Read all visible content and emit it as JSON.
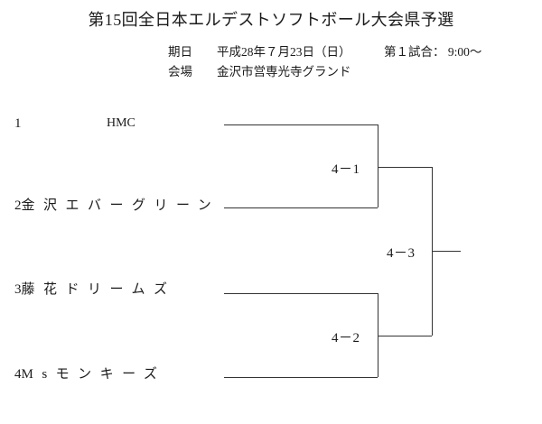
{
  "header": {
    "title": "第15回全日本エルデストソフトボール大会県予選",
    "date_label": "期日",
    "date_value": "平成28年７月23日（日）",
    "game_info": "第１試合：  9:00〜",
    "venue_label": "会場",
    "venue_value": "金沢市営専光寺グランド"
  },
  "bracket": {
    "entries": [
      {
        "seed": "1",
        "name": "HMC"
      },
      {
        "seed": "2",
        "name": "金沢エバーグリーン"
      },
      {
        "seed": "3",
        "name": "藤花ドリームズ"
      },
      {
        "seed": "4",
        "name": "Msモンキーズ"
      }
    ],
    "matches": [
      {
        "id": "semifinal-1",
        "score": "4－1"
      },
      {
        "id": "semifinal-2",
        "score": "4－2"
      },
      {
        "id": "final",
        "score": "4－3"
      }
    ],
    "line_color": "#333333"
  }
}
